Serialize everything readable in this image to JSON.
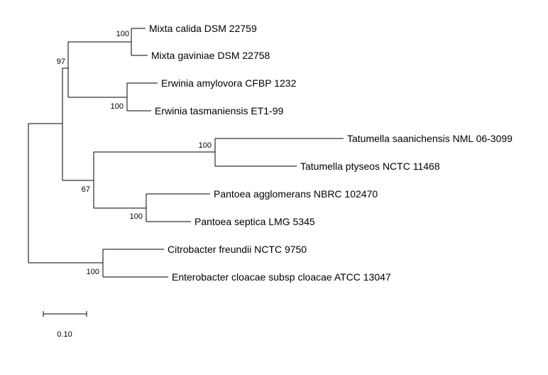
{
  "tree": {
    "line_color": "#000000",
    "taxa": [
      "Mixta calida DSM 22759",
      "Mixta gaviniae DSM 22758",
      "Erwinia amylovora CFBP 1232",
      "Erwinia tasmaniensis ET1-99",
      "Tatumella saanichensis NML 06-3099",
      "Tatumella ptyseos NCTC 11468",
      "Pantoea agglomerans NBRC 102470",
      "Pantoea septica LMG 5345",
      "Citrobacter freundii NCTC 9750",
      "Enterobacter cloacae subsp cloacae ATCC 13047"
    ],
    "bootstrap": {
      "mixta": "100",
      "mixta_erwinia": "97",
      "erwinia": "100",
      "tatumella": "100",
      "tatumella_pantoea": "67",
      "pantoea": "100",
      "citro_entero": "100"
    },
    "scale_bar": {
      "label": "0.10",
      "length": 0.1
    }
  }
}
